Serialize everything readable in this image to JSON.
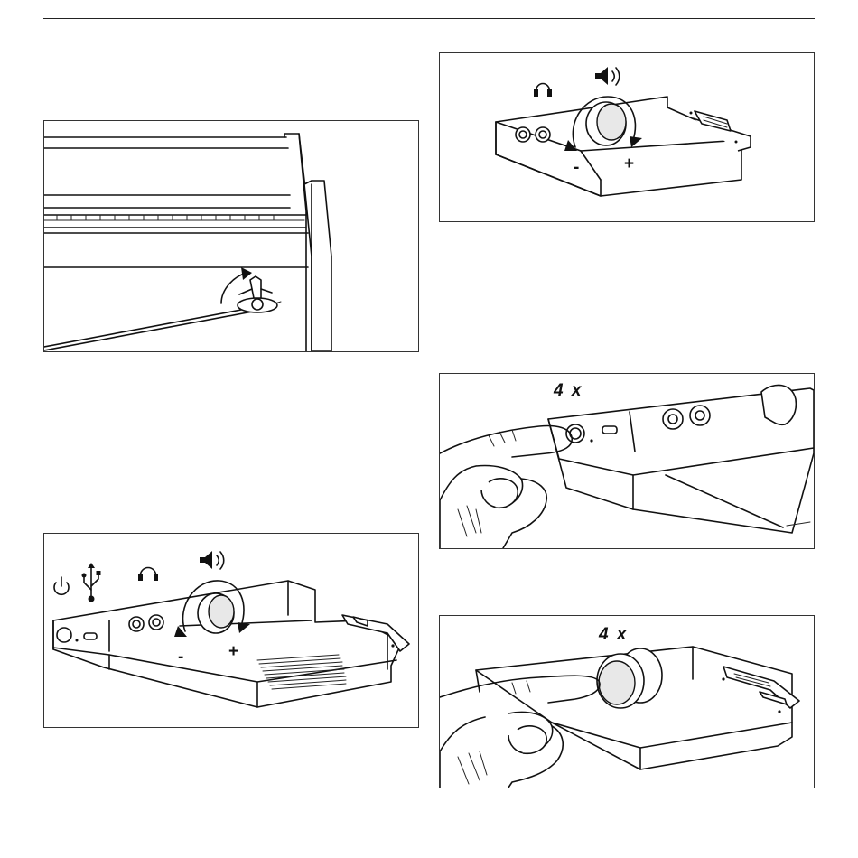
{
  "panels": {
    "volume": {
      "minus_label": "-",
      "plus_label": "+",
      "icons": [
        "headphone-icon",
        "speaker-volume-icon",
        "rotate-arrow-icon"
      ]
    },
    "pedal": {
      "icons": [
        "rotate-arrow-icon",
        "wing-nut"
      ]
    },
    "usb_power_b": {
      "count_label": "4 x"
    },
    "overview": {
      "minus_label": "-",
      "plus_label": "+",
      "icons": [
        "power-icon",
        "usb-icon",
        "headphone-icon",
        "speaker-volume-icon"
      ]
    },
    "volume_knob_press": {
      "count_label": "4 x"
    }
  }
}
